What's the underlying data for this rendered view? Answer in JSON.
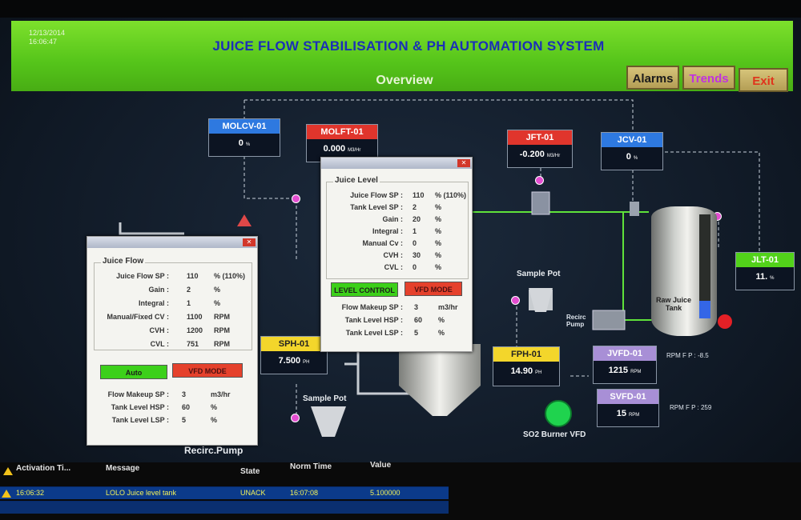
{
  "header": {
    "date": "12/13/2014",
    "time": "16:06:47",
    "title": "JUICE FLOW STABILISATION & PH AUTOMATION SYSTEM",
    "subtitle": "Overview",
    "buttons": {
      "alarms": "Alarms",
      "trends": "Trends",
      "exit": "Exit"
    }
  },
  "tags": {
    "molcv": {
      "name": "MOLCV-01",
      "value": "0",
      "unit": "%"
    },
    "molft": {
      "name": "MOLFT-01",
      "value": "0.000",
      "unit": "M3/Hr"
    },
    "jft": {
      "name": "JFT-01",
      "value": "-0.200",
      "unit": "M3/Hr"
    },
    "jcv": {
      "name": "JCV-01",
      "value": "0",
      "unit": "%"
    },
    "jlt": {
      "name": "JLT-01",
      "value": "11.",
      "unit": "%"
    },
    "sph": {
      "name": "SPH-01",
      "value": "7.500",
      "unit": "PH"
    },
    "fph": {
      "name": "FPH-01",
      "value": "14.90",
      "unit": "PH"
    },
    "jvfd": {
      "name": "JVFD-01",
      "value": "1215",
      "unit": "RPM"
    },
    "svfd": {
      "name": "SVFD-01",
      "value": "15",
      "unit": "RPM"
    }
  },
  "labels": {
    "sample_pot_top": "Sample Pot",
    "sample_pot_bottom": "Sample Pot",
    "recirc_pump_right": "Recirc\nPump",
    "raw_juice_tank": "Raw Juice Tank",
    "rpm_fp_1": "RPM F P : -8.5",
    "rpm_fp_2": "RPM F P : 259",
    "so2_burner": "SO2 Burner VFD",
    "recirc_pump_bottom": "Recirc.Pump"
  },
  "juice_flow_popup": {
    "group_title": "Juice Flow",
    "rows": [
      {
        "label": "Juice Flow SP :",
        "value": "110",
        "unit": "% (110%)"
      },
      {
        "label": "Gain :",
        "value": "2",
        "unit": "%"
      },
      {
        "label": "Integral :",
        "value": "1",
        "unit": "%"
      },
      {
        "label": "Manual/Fixed CV :",
        "value": "1100",
        "unit": "RPM"
      },
      {
        "label": "CVH :",
        "value": "1200",
        "unit": "RPM"
      },
      {
        "label": "CVL :",
        "value": "751",
        "unit": "RPM"
      }
    ],
    "auto_label": "Auto",
    "vfd_label": "VFD MODE",
    "bottom_rows": [
      {
        "label": "Flow Makeup SP :",
        "value": "3",
        "unit": "m3/hr"
      },
      {
        "label": "Tank Level HSP :",
        "value": "60",
        "unit": "%"
      },
      {
        "label": "Tank Level LSP :",
        "value": "5",
        "unit": "%"
      }
    ]
  },
  "juice_level_popup": {
    "group_title": "Juice Level",
    "rows": [
      {
        "label": "Juice Flow SP :",
        "value": "110",
        "unit": "% (110%)"
      },
      {
        "label": "Tank Level SP :",
        "value": "2",
        "unit": "%"
      },
      {
        "label": "Gain :",
        "value": "20",
        "unit": "%"
      },
      {
        "label": "Integral :",
        "value": "1",
        "unit": "%"
      },
      {
        "label": "Manual Cv :",
        "value": "0",
        "unit": "%"
      },
      {
        "label": "CVH :",
        "value": "30",
        "unit": "%"
      },
      {
        "label": "CVL :",
        "value": "0",
        "unit": "%"
      }
    ],
    "level_label": "LEVEL CONTROL",
    "vfd_label": "VFD MODE",
    "bottom_rows": [
      {
        "label": "Flow Makeup SP :",
        "value": "3",
        "unit": "m3/hr"
      },
      {
        "label": "Tank Level HSP :",
        "value": "60",
        "unit": "%"
      },
      {
        "label": "Tank Level LSP :",
        "value": "5",
        "unit": "%"
      }
    ]
  },
  "alarm_banner": {
    "columns": [
      "Activation Ti...",
      "Message",
      "State",
      "Norm Time",
      "Value"
    ],
    "rows": [
      {
        "time": "16:06:32",
        "message": "LOLO Juice level tank",
        "state": "UNACK",
        "norm_time": "16:07:08",
        "value": "5.100000"
      }
    ]
  },
  "colors": {
    "title_bar": "#55c41a",
    "title_text": "#1b2fb8",
    "alarm_row": "#0b3a8a"
  }
}
